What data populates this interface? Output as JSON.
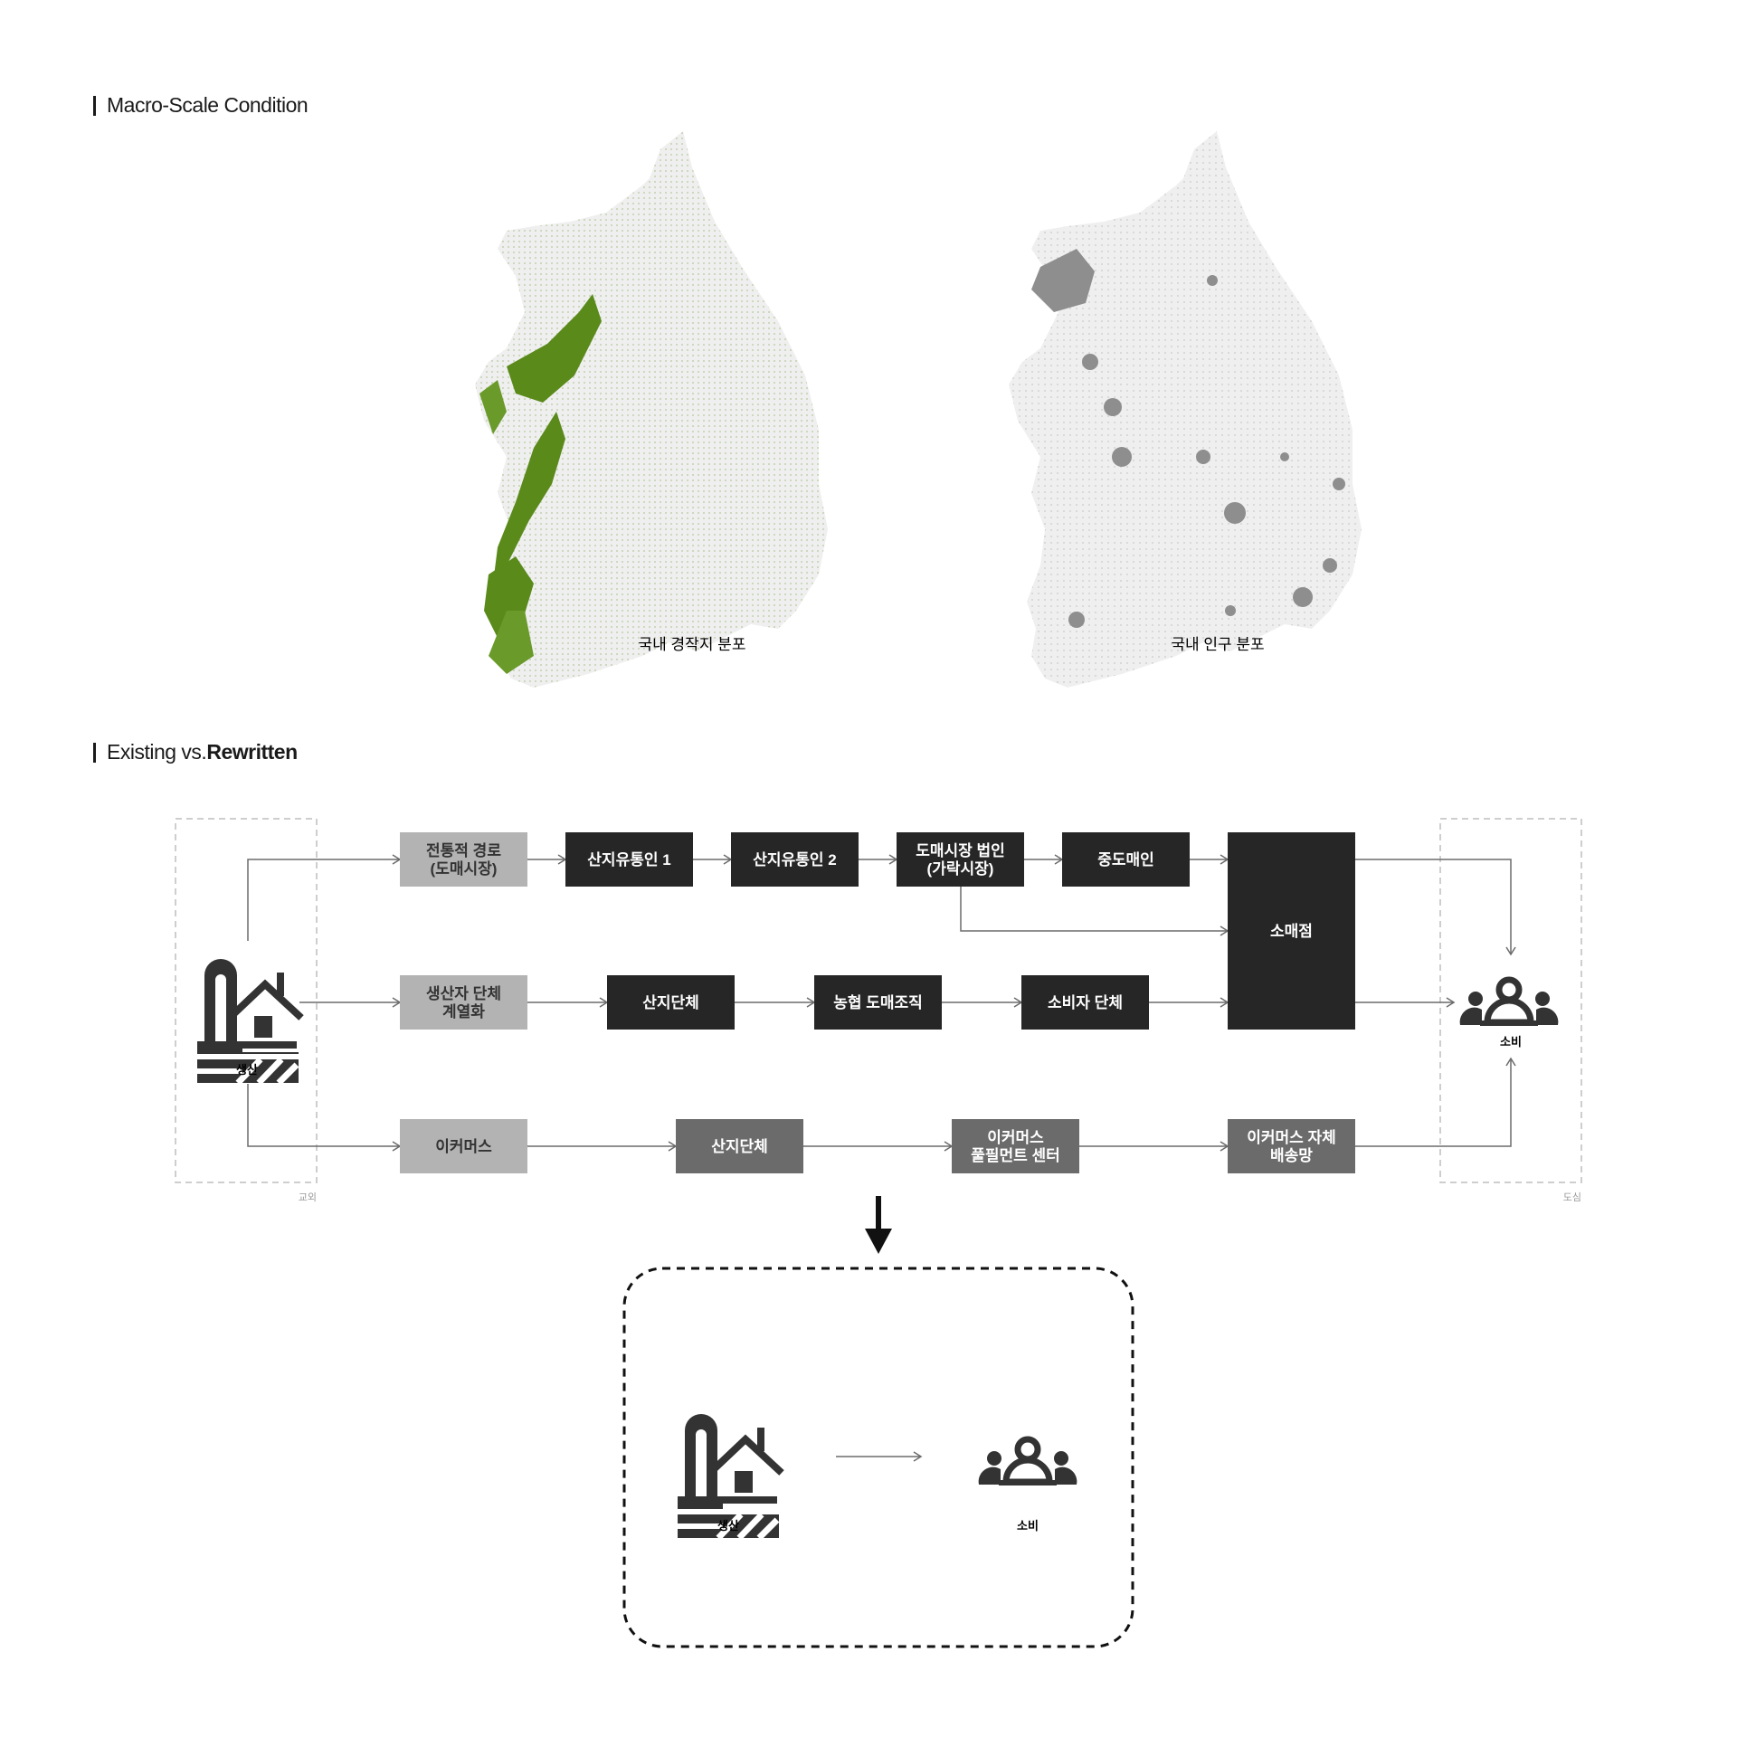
{
  "section1": {
    "title": "Macro-Scale Condition"
  },
  "maps": {
    "left_caption": "국내 경작지 분포",
    "right_caption": "국내 인구 분포",
    "colors": {
      "land": "#efefef",
      "farmland": "#5a8a1a",
      "population": "#8e8e8e"
    }
  },
  "section2": {
    "title_a": "Existing vs. ",
    "title_b": "Rewritten"
  },
  "flow": {
    "producer_label": "생산",
    "consumer_label": "소비",
    "left_zone_label": "교외",
    "right_zone_label": "도심",
    "row1": [
      {
        "line1": "전통적 경로",
        "line2": "(도매시장)"
      },
      {
        "line1": "산지유통인 1",
        "line2": ""
      },
      {
        "line1": "산지유통인 2",
        "line2": ""
      },
      {
        "line1": "도매시장 법인",
        "line2": "(가락시장)"
      },
      {
        "line1": "중도매인",
        "line2": ""
      }
    ],
    "retail": "소매점",
    "row2": [
      {
        "line1": "생산자 단체",
        "line2": "계열화"
      },
      {
        "line1": "산지단체",
        "line2": ""
      },
      {
        "line1": "농협 도매조직",
        "line2": ""
      },
      {
        "line1": "소비자 단체",
        "line2": ""
      }
    ],
    "row3": [
      {
        "line1": "이커머스",
        "line2": ""
      },
      {
        "line1": "산지단체",
        "line2": ""
      },
      {
        "line1": "이커머스",
        "line2": "풀필먼트 센터"
      },
      {
        "line1": "이커머스 자체",
        "line2": "배송망"
      }
    ],
    "colors": {
      "light": "#b3b3b3",
      "dark": "#262626",
      "mid": "#6b6b6b"
    }
  },
  "rewritten": {
    "producer_label": "생산",
    "consumer_label": "소비"
  }
}
